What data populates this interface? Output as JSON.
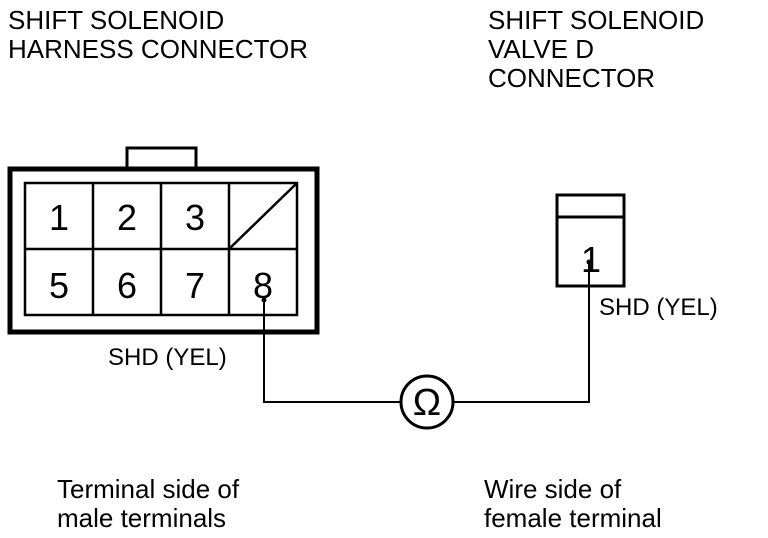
{
  "left_connector": {
    "title_lines": [
      "SHIFT SOLENOID",
      "HARNESS CONNECTOR"
    ],
    "pins_top": [
      "1",
      "2",
      "3",
      ""
    ],
    "pins_bottom": [
      "5",
      "6",
      "7",
      "8"
    ],
    "wire_label": "SHD (YEL)",
    "caption_lines": [
      "Terminal side of",
      "male terminals"
    ]
  },
  "right_connector": {
    "title_lines": [
      "SHIFT SOLENOID",
      "VALVE D",
      "CONNECTOR"
    ],
    "pin": "1",
    "wire_label": "SHD (YEL)",
    "caption_lines": [
      "Wire side of",
      "female terminal"
    ]
  },
  "meter": {
    "symbol": "Ω",
    "icon": "ohmmeter-icon"
  }
}
